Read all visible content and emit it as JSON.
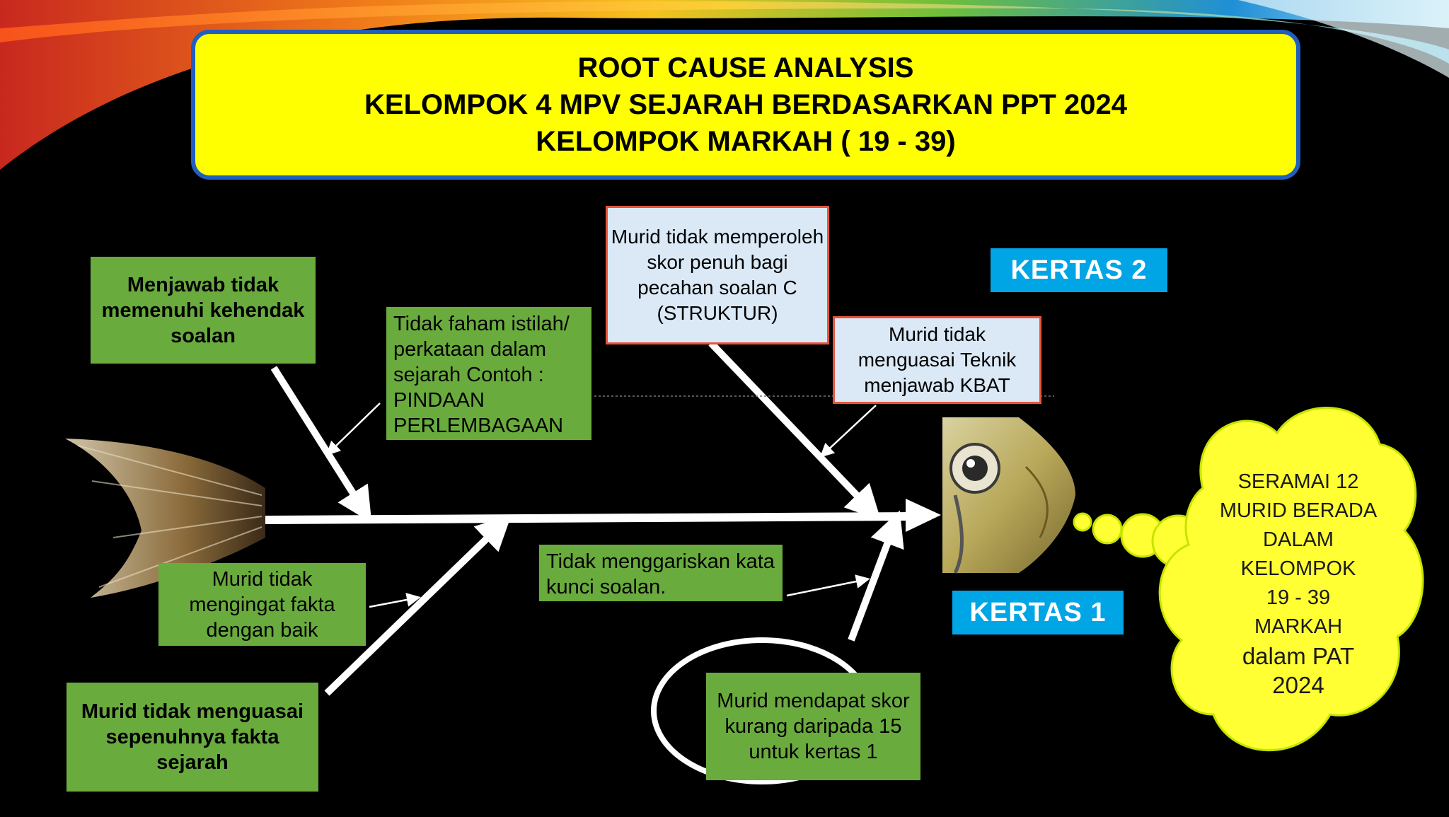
{
  "title": {
    "line1": "ROOT CAUSE ANALYSIS",
    "line2": "KELOMPOK 4 MPV SEJARAH BERDASARKAN PPT 2024",
    "line3": "KELOMPOK MARKAH ( 19 - 39)"
  },
  "causes": {
    "menjawab": "Menjawab tidak memenuhi kehendak soalan",
    "istilah": "Tidak faham istilah/ perkataan dalam sejarah Contoh : PINDAAN PERLEMBAGAAN",
    "struktur": "Murid tidak memperoleh skor penuh bagi pecahan soalan C (STRUKTUR)",
    "kbat": "Murid tidak menguasai Teknik menjawab KBAT",
    "mengingat": "Murid tidak mengingat fakta dengan baik",
    "menggaris": "Tidak menggariskan kata kunci soalan.",
    "menguasai": "Murid tidak menguasai sepenuhnya fakta sejarah",
    "skor": "Murid mendapat skor kurang daripada 15 untuk kertas 1"
  },
  "labels": {
    "kertas2": "KERTAS 2",
    "kertas1": "KERTAS 1"
  },
  "cloud": {
    "l1": "SERAMAI 12",
    "l2": "MURID BERADA",
    "l3": "DALAM",
    "l4": "KELOMPOK",
    "l5": "19 - 39",
    "l6": "MARKAH",
    "l7": "dalam PAT",
    "l8": "2024"
  },
  "colors": {
    "title_bg": "#ffff00",
    "title_border": "#1f5fbf",
    "green_box": "#6aab3e",
    "blue_box": "#dbe9f7",
    "kertas_bg": "#00a5e6",
    "cloud": "#ffff33",
    "background": "#000000"
  }
}
